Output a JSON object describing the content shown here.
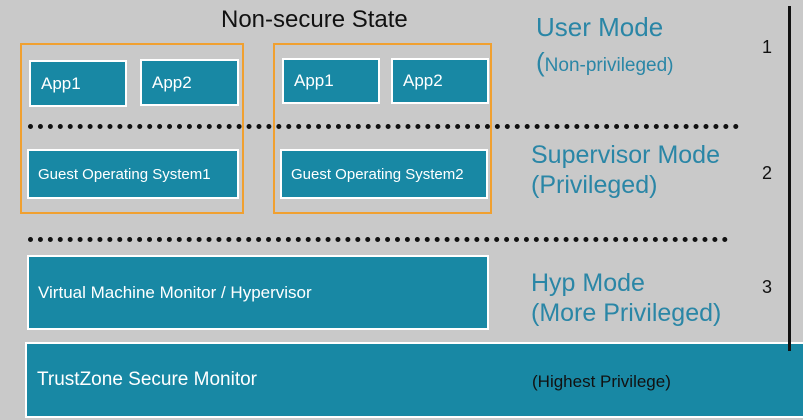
{
  "title": "Non-secure State",
  "apps": {
    "group1": [
      "App1",
      "App2"
    ],
    "group2": [
      "App1",
      "App2"
    ]
  },
  "guest_os": [
    "Guest Operating System1",
    "Guest Operating System2"
  ],
  "hypervisor_label": "Virtual Machine Monitor / Hypervisor",
  "trustzone_label": "TrustZone Secure Monitor",
  "modes": {
    "user": {
      "name": "User Mode",
      "note_open": "(",
      "note": "Non-privileged)"
    },
    "supervisor": {
      "name": "Supervisor Mode",
      "note": "(Privileged)"
    },
    "hyp": {
      "name": "Hyp Mode",
      "note": "(More Privileged)"
    },
    "monitor": {
      "note": "(Highest Privilege)"
    }
  },
  "levels": [
    "1",
    "2",
    "3"
  ],
  "colors": {
    "background": "#c9c9c9",
    "box_fill": "#1888a4",
    "frame": "#f0a030",
    "mode_text": "#2a86a6"
  }
}
